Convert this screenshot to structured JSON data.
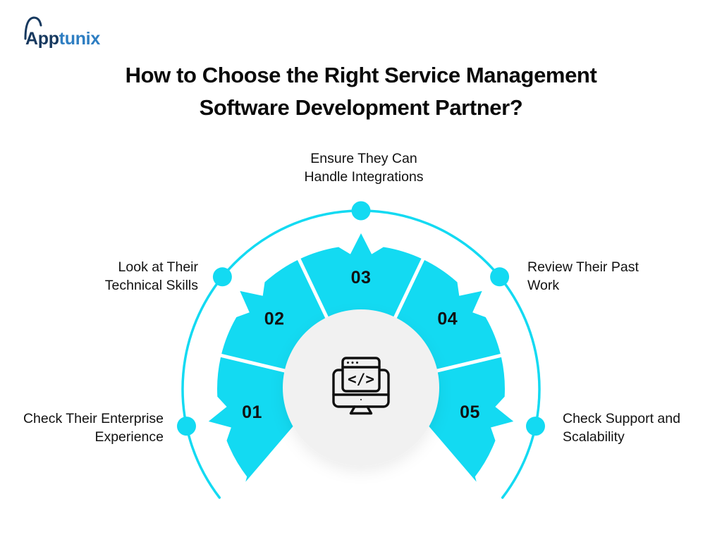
{
  "logo": {
    "text_dark": "App",
    "text_blue": "tunix"
  },
  "title": {
    "line1": "How to Choose the Right Service Management",
    "line2": "Software Development Partner?"
  },
  "diagram": {
    "center_icon": "code-monitor-icon",
    "segments": [
      {
        "number": "01",
        "label_line1": "Check Their Enterprise",
        "label_line2": "Experience"
      },
      {
        "number": "02",
        "label_line1": "Look at Their",
        "label_line2": "Technical Skills"
      },
      {
        "number": "03",
        "label_line1": "Ensure They Can",
        "label_line2": "Handle Integrations"
      },
      {
        "number": "04",
        "label_line1": "Review Their Past",
        "label_line2": "Work"
      },
      {
        "number": "05",
        "label_line1": "Check Support and",
        "label_line2": "Scalability"
      }
    ],
    "colors": {
      "accent": "#13DAF2",
      "center_bg": "#F1F1F1",
      "number_text": "#111111",
      "separator": "#FFFFFF",
      "icon_stroke": "#101010"
    }
  }
}
